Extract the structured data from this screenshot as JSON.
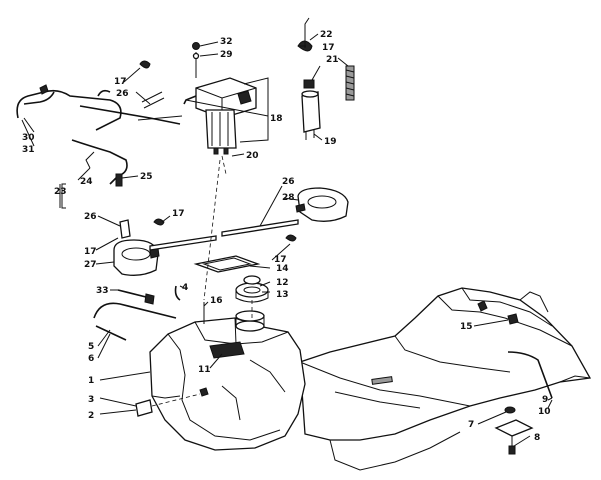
{
  "callouts": [
    {
      "id": "c1",
      "text": "1"
    },
    {
      "id": "c2",
      "text": "2"
    },
    {
      "id": "c3",
      "text": "3"
    },
    {
      "id": "c4",
      "text": "4"
    },
    {
      "id": "c5",
      "text": "5"
    },
    {
      "id": "c6",
      "text": "6"
    },
    {
      "id": "c7",
      "text": "7"
    },
    {
      "id": "c8",
      "text": "8"
    },
    {
      "id": "c9",
      "text": "9"
    },
    {
      "id": "c10",
      "text": "10"
    },
    {
      "id": "c11",
      "text": "11"
    },
    {
      "id": "c12",
      "text": "12"
    },
    {
      "id": "c13",
      "text": "13"
    },
    {
      "id": "c14",
      "text": "14"
    },
    {
      "id": "c15",
      "text": "15"
    },
    {
      "id": "c16",
      "text": "16"
    },
    {
      "id": "c17a",
      "text": "17"
    },
    {
      "id": "c17b",
      "text": "17"
    },
    {
      "id": "c17c",
      "text": "17"
    },
    {
      "id": "c17d",
      "text": "17"
    },
    {
      "id": "c17e",
      "text": "17"
    },
    {
      "id": "c18",
      "text": "18"
    },
    {
      "id": "c19",
      "text": "19"
    },
    {
      "id": "c20",
      "text": "20"
    },
    {
      "id": "c21",
      "text": "21"
    },
    {
      "id": "c22",
      "text": "22"
    },
    {
      "id": "c23",
      "text": "23"
    },
    {
      "id": "c24",
      "text": "24"
    },
    {
      "id": "c25",
      "text": "25"
    },
    {
      "id": "c26a",
      "text": "26"
    },
    {
      "id": "c26b",
      "text": "26"
    },
    {
      "id": "c26c",
      "text": "26"
    },
    {
      "id": "c27",
      "text": "27"
    },
    {
      "id": "c28",
      "text": "28"
    },
    {
      "id": "c29",
      "text": "29"
    },
    {
      "id": "c30",
      "text": "30"
    },
    {
      "id": "c31",
      "text": "31"
    },
    {
      "id": "c32",
      "text": "32"
    },
    {
      "id": "c33",
      "text": "33"
    }
  ]
}
